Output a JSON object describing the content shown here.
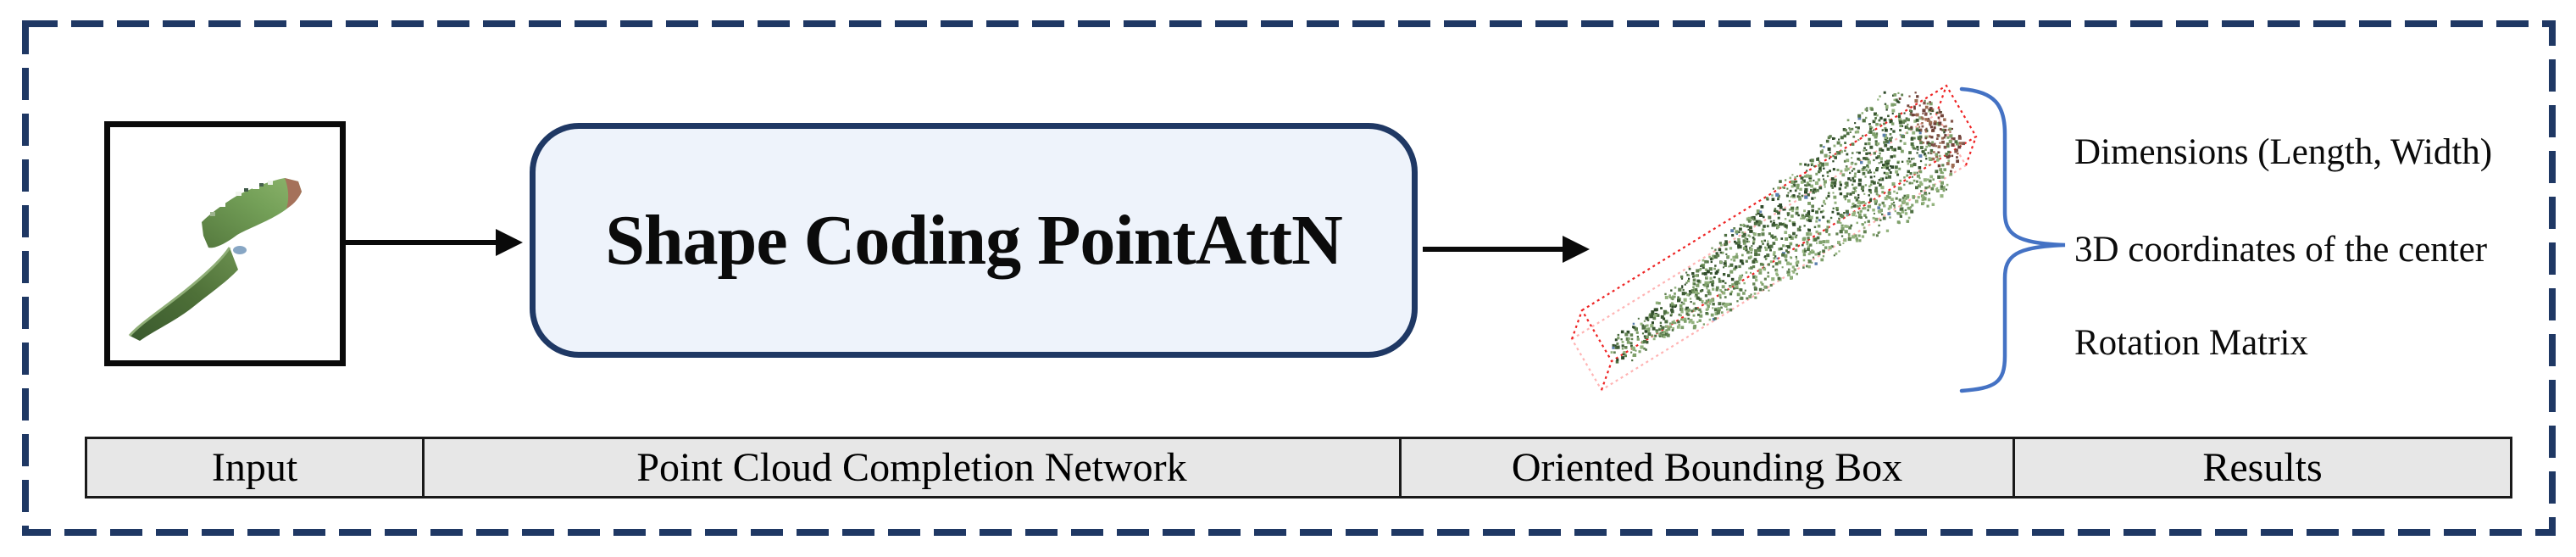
{
  "pipeline": {
    "network_label": "Shape Coding PointAttN"
  },
  "results": {
    "lines": [
      "Dimensions (Length, Width)",
      "3D coordinates of the center",
      "Rotation Matrix"
    ]
  },
  "table": {
    "headers": [
      "Input",
      "Point Cloud Completion Network",
      "Oriented Bounding Box",
      "Results"
    ]
  },
  "colors": {
    "dash_navy": "#1f3864",
    "network_fill": "#eef3fb",
    "network_border": "#1f3864",
    "arrow_black": "#0a0a0a",
    "brace_blue": "#4472c4",
    "obb_red": "#ee2424",
    "obb_pink": "#ffb4b4",
    "table_fill": "#e7e7e7"
  },
  "obb": {
    "point_colors": [
      "#94b37f",
      "#7fa06b",
      "#628252",
      "#4e6f42",
      "#3c5a33",
      "#2f4a2a"
    ],
    "tip_colors": [
      "#6e4138",
      "#82544a",
      "#9c6b52"
    ],
    "accent_blue": "#5b7fae"
  }
}
